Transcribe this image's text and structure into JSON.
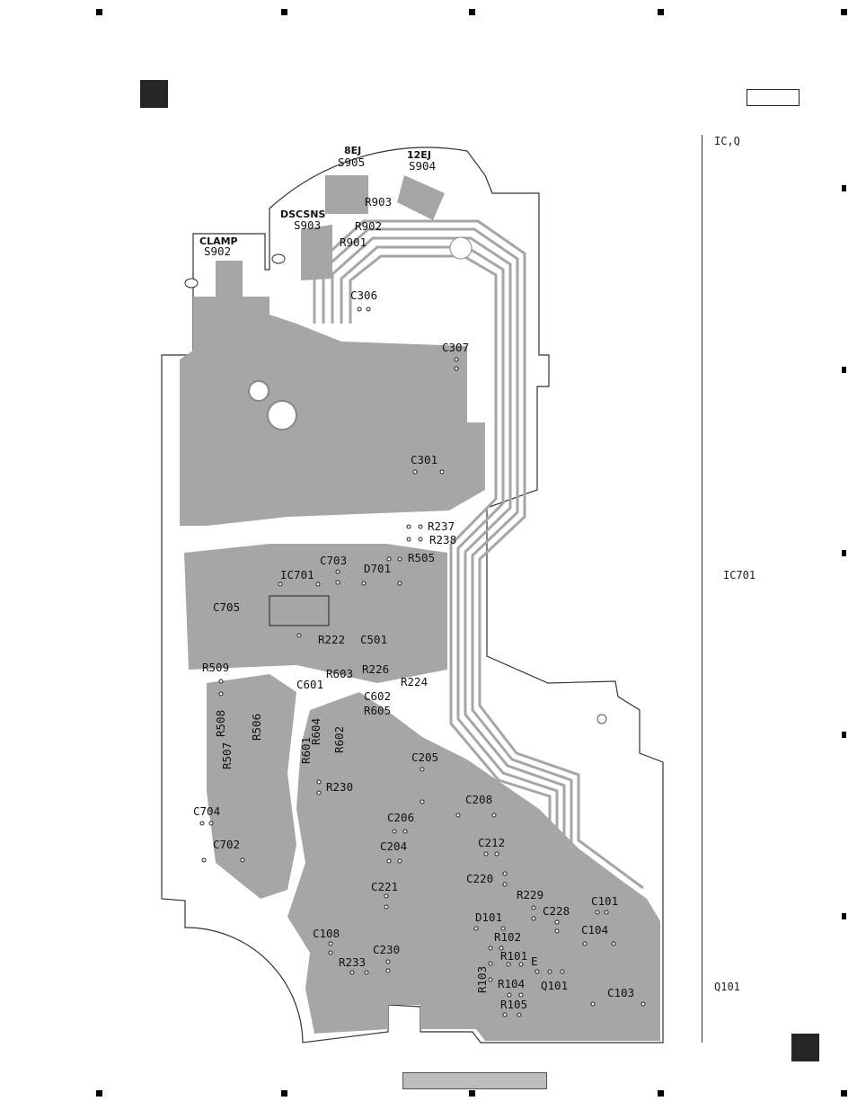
{
  "header": {
    "title_box_text": ""
  },
  "side_labels": {
    "ic_q": "IC,Q",
    "ic701": "IC701",
    "q101": "Q101"
  },
  "switches": [
    {
      "name": "8EJ",
      "ref": "S905"
    },
    {
      "name": "12EJ",
      "ref": "S904"
    },
    {
      "name": "DSCSNS",
      "ref": "S903"
    },
    {
      "name": "CLAMP",
      "ref": "S902"
    }
  ],
  "components": {
    "r903": "R903",
    "r902": "R902",
    "r901": "R901",
    "c306": "C306",
    "c307": "C307",
    "c301": "C301",
    "r237": "R237",
    "r238": "R238",
    "r505": "R505",
    "c703": "C703",
    "d701": "D701",
    "ic701": "IC701",
    "c705": "C705",
    "r222": "R222",
    "c501": "C501",
    "r509": "R509",
    "r603": "R603",
    "r226": "R226",
    "r224": "R224",
    "c601": "C601",
    "c602": "C602",
    "r605": "R605",
    "r508": "R508",
    "r506": "R506",
    "r604": "R604",
    "r601": "R601",
    "r602": "R602",
    "r507": "R507",
    "r230": "R230",
    "c205": "C205",
    "c208": "C208",
    "c704": "C704",
    "c206": "C206",
    "c702": "C702",
    "c204": "C204",
    "c212": "C212",
    "c220": "C220",
    "c221": "C221",
    "r229": "R229",
    "c101": "C101",
    "d101": "D101",
    "c228": "C228",
    "c108": "C108",
    "c104": "C104",
    "r102": "R102",
    "c230": "C230",
    "r101": "R101",
    "r233": "R233",
    "e": "E",
    "r103": "R103",
    "r104": "R104",
    "q101": "Q101",
    "c103": "C103",
    "r105": "R105"
  },
  "colors": {
    "copper": "#a6a6a6",
    "board": "#ffffff",
    "outline": "#333333",
    "marks": "#000000"
  }
}
